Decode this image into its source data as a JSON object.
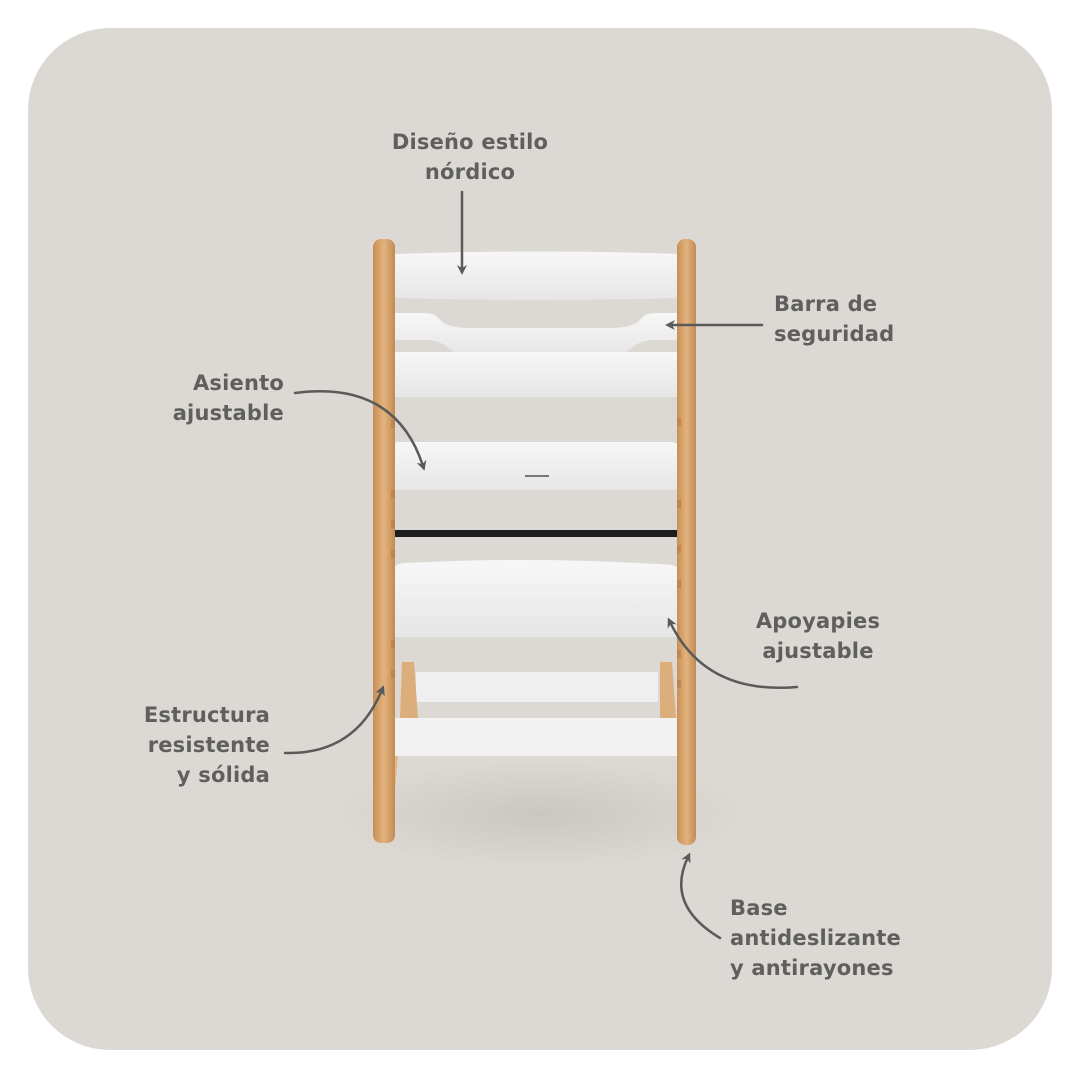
{
  "colors": {
    "background": "#ffffff",
    "card": "#dcd8d3",
    "label_text": "#5f5f5f",
    "arrow": "#5a5a5a",
    "wood": "#d9a66e",
    "white_plastic": "#f4f4f4",
    "black_bar": "#1e1e1e"
  },
  "product": {
    "type": "high-chair-illustration",
    "description": "Adjustable wooden high chair with white seat, backrest and footrest"
  },
  "callouts": [
    {
      "id": "design",
      "lines": [
        "Diseño estilo",
        "nórdico"
      ]
    },
    {
      "id": "safety-bar",
      "lines": [
        "Barra de",
        "seguridad"
      ]
    },
    {
      "id": "seat",
      "lines": [
        "Asiento",
        "ajustable"
      ]
    },
    {
      "id": "footrest",
      "lines": [
        "Apoyapies",
        "ajustable"
      ]
    },
    {
      "id": "structure",
      "lines": [
        "Estructura",
        "resistente",
        "y sólida"
      ]
    },
    {
      "id": "base",
      "lines": [
        "Base",
        "antideslizante",
        "y antirayones"
      ]
    }
  ]
}
